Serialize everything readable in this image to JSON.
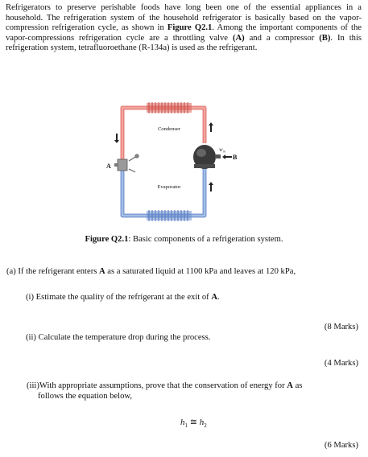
{
  "intro": {
    "part1": "Refrigerators to preserve perishable foods have long been one of the essential appliances in a household. The refrigeration system of the household refrigerator is basically based on the vapor-compression refrigeration cycle, as shown in ",
    "fig_ref": "Figure Q2.1",
    "part2": ". Among the important components of the vapor-compressions refrigeration cycle are a throttling valve ",
    "label_a": "(A)",
    "part3": " and a compressor ",
    "label_b": "(B)",
    "part4": ". In this refrigeration system, tetrafluoroethane (R-134a) is used as the refrigerant."
  },
  "figure": {
    "condenser_label": "Condenser",
    "evaporator_label": "Evaporator",
    "label_a": "A",
    "label_b": "B",
    "win_label": "W",
    "win_sub": "in",
    "colors": {
      "hot_pipe": "#e8837c",
      "cold_pipe": "#7f9fd6",
      "hot_fins": "#d9605a",
      "cold_fins": "#6d8fcf"
    }
  },
  "caption": {
    "prefix": "Figure Q2.1",
    "text": ": Basic components of a refrigeration system."
  },
  "question_a": {
    "prefix": "(a) If the refrigerant enters ",
    "bold1": "A",
    "mid": " as a saturated liquid at 1100 kPa and leaves at 120 kPa,"
  },
  "sub_i": {
    "prefix": "(i)  Estimate the quality of the refrigerant at the exit of ",
    "bold": "A",
    "suffix": ".",
    "marks": "(8 Marks)"
  },
  "sub_ii": {
    "text": "(ii) Calculate the temperature drop during the process.",
    "marks": "(4 Marks)"
  },
  "sub_iii": {
    "prefix": "(iii)With appropriate assumptions, prove that the conservation of energy for ",
    "bold": "A",
    "suffix": " as",
    "line2": "follows the equation below,",
    "marks": "(6 Marks)"
  },
  "equation": {
    "h": "h",
    "sub1": "1",
    "rel": " ≅ ",
    "sub2": "2"
  }
}
